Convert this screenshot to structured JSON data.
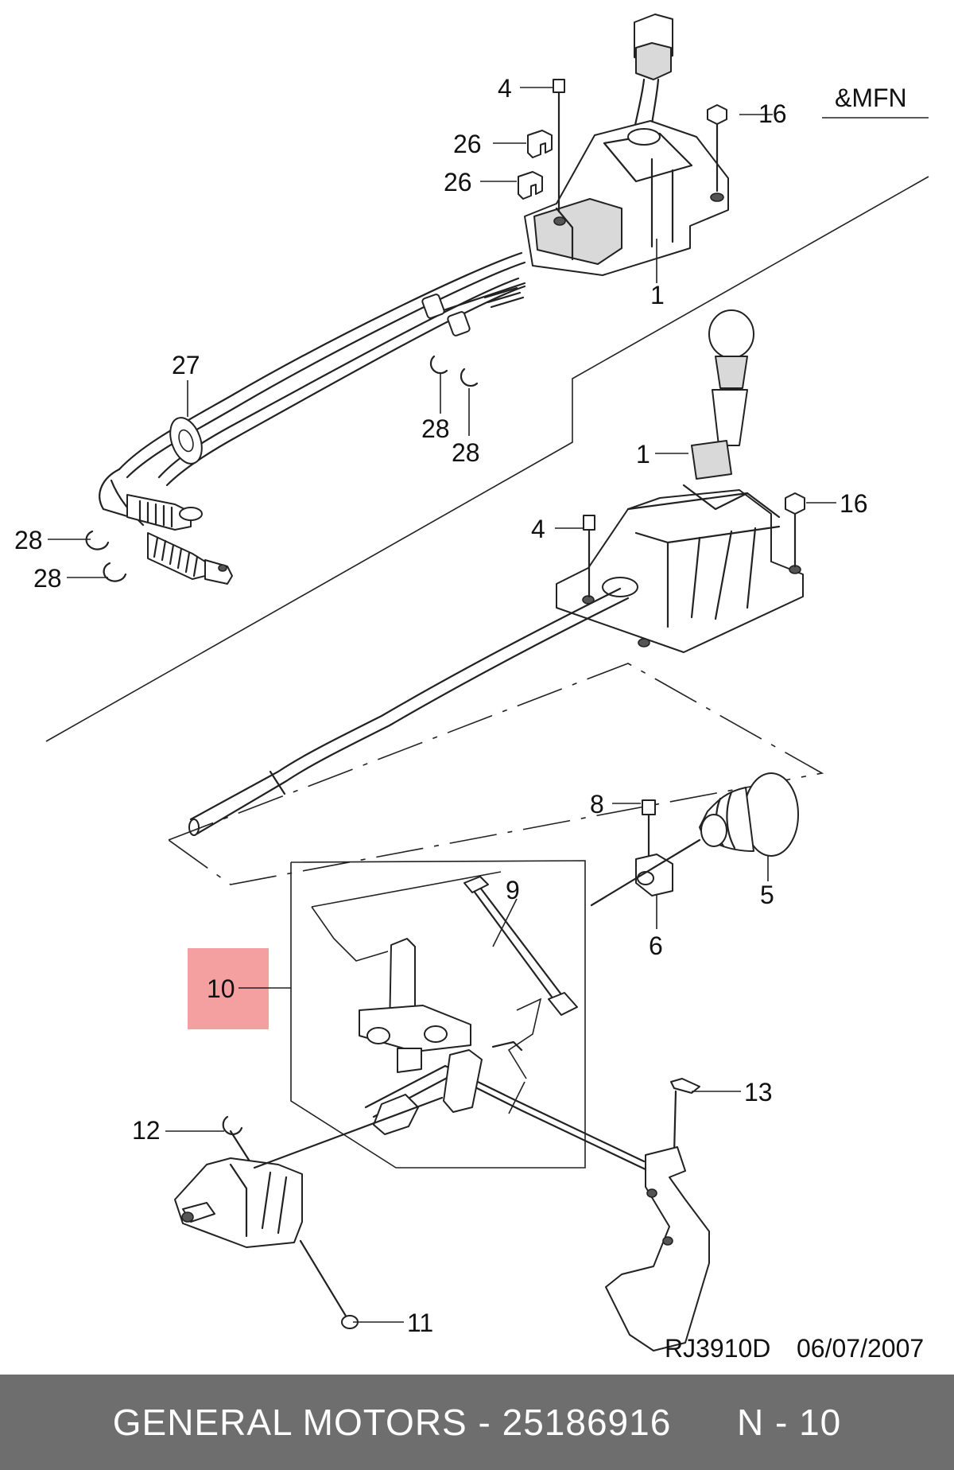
{
  "diagram": {
    "corner_code": "&MFN",
    "drawing_ref": "RJ3910D",
    "drawing_date": "06/07/2007",
    "highlight_color": "#f4a0a0",
    "callouts": {
      "c4a": "4",
      "c16a": "16",
      "c26a": "26",
      "c26b": "26",
      "c1a": "1",
      "c27": "27",
      "c28a": "28",
      "c28b": "28",
      "c28c": "28",
      "c28d": "28",
      "c1b": "1",
      "c4b": "4",
      "c16b": "16",
      "c8": "8",
      "c5": "5",
      "c6": "6",
      "c9": "9",
      "c10": "10",
      "c13": "13",
      "c12": "12",
      "c11": "11"
    }
  },
  "footer": {
    "manufacturer": "GENERAL MOTORS",
    "separator": " - ",
    "part_number": "25186916",
    "section": "N - 10",
    "background": "#6e6e6e"
  }
}
